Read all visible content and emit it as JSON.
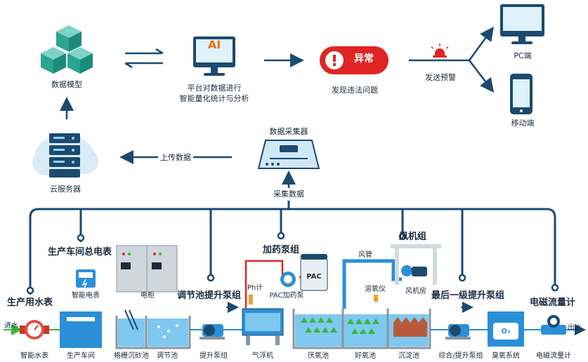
{
  "top": {
    "data_model": "数据模型",
    "platform_line1": "平台对数据进行",
    "platform_line2": "智能量化统计与分析",
    "ai_text": "AI",
    "abnormal": "异常",
    "find_violation": "发现违法问题",
    "send_alert": "发送预警",
    "pc": "PC端",
    "mobile": "移动端"
  },
  "mid": {
    "cloud_server": "云服务器",
    "upload": "上传数据",
    "collector": "数据采集器",
    "collect": "采集数据"
  },
  "monitors": {
    "water_meter_title": "生产用水表",
    "workshop_meter_title": "生产车间总电表",
    "lift_pump_title": "调节池提升泵组",
    "dosing_title": "加药泵组",
    "blower_title": "风机组",
    "final_pump_title": "最后一级提升泵组",
    "flowmeter_title": "电磁流量计"
  },
  "equipment": {
    "smart_meter": "智能电表",
    "cabinet": "电柜",
    "ph_meter": "Ph计",
    "pac_pump": "PAC加药泵",
    "pac": "PAC",
    "air_pipe": "风管",
    "do_meter": "溶氧仪",
    "blower_room": "风机房",
    "o3": "O₃"
  },
  "process": {
    "inlet": "进水",
    "outlet": "出水",
    "smart_water_meter": "智能水表",
    "workshop": "生产车间",
    "grit": "格栅沉砂池",
    "regulating": "调节池",
    "lift_pump": "提升泵组",
    "flotation": "气浮机",
    "anaerobic": "厌氧池",
    "aerobic": "好氧池",
    "sedimentation": "沉淀池",
    "combined_pump": "综合/提升泵组",
    "ozone": "臭氧系统",
    "flowmeter": "电磁流量计"
  },
  "colors": {
    "navy": "#1c4a6e",
    "arrow": "#1c4a6e",
    "water": "#7ec8ef",
    "alert_red": "#e02424",
    "green_flow": "#3cb43c"
  }
}
